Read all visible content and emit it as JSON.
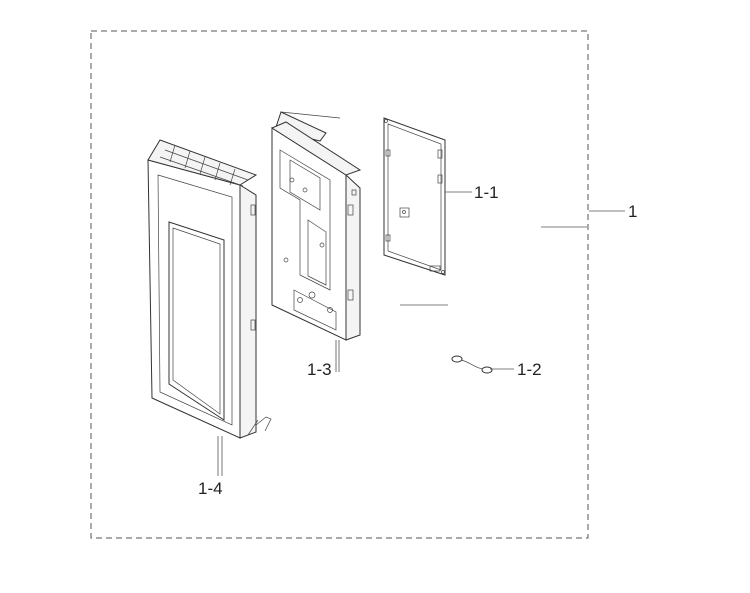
{
  "diagram": {
    "callouts": {
      "assembly": "1",
      "control_pcb": "1-1",
      "cable": "1-2",
      "bracket_frame": "1-3",
      "door_panel": "1-4"
    },
    "colors": {
      "line": "#333333",
      "frame_dash": "#555555",
      "background": "#ffffff"
    }
  }
}
